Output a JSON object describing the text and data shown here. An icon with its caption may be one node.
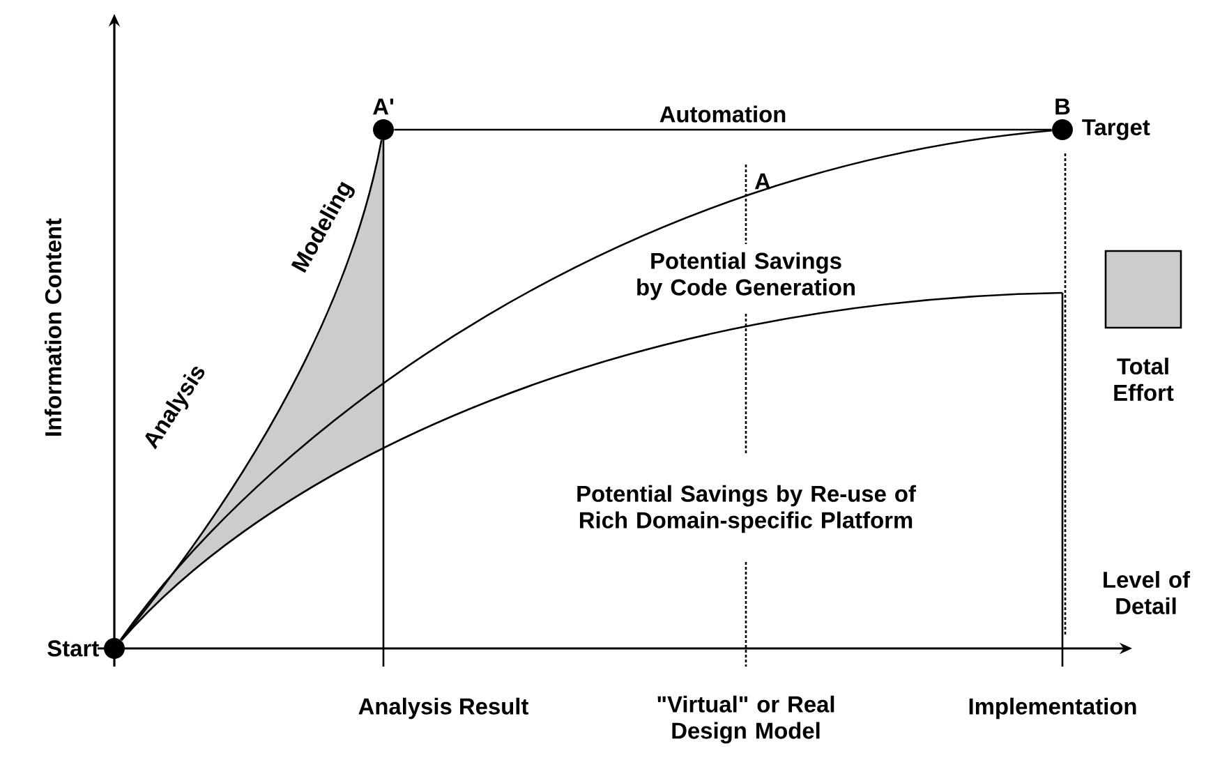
{
  "diagram": {
    "nodes": [
      {
        "text": [
          "Start"
        ]
      },
      {
        "text": [
          "A'"
        ]
      },
      {
        "text": [
          "B"
        ],
        "beside": [
          "Target"
        ]
      }
    ],
    "edges": [
      {
        "from": 1,
        "to": 2,
        "arrow": "none",
        "label": "Automation"
      },
      {
        "from": 0,
        "to": 1,
        "arrow": "none"
      },
      {
        "from": 0,
        "to": 2,
        "arrow": "none"
      },
      {
        "from": 0,
        "to": null,
        "arrow": "none"
      }
    ],
    "labels": [
      "Information Content",
      "Modeling",
      "Analysis",
      "A",
      "Potential Savings by Code Generation",
      "Potential Savings by Re-use of Rich Domain-specific Platform",
      "Level of Detail",
      "Analysis Result",
      "\"Virtual\" or Real Design Model",
      "Implementation"
    ],
    "legend": [
      {
        "text": "Total Effort",
        "color": "#cccccc"
      }
    ]
  }
}
